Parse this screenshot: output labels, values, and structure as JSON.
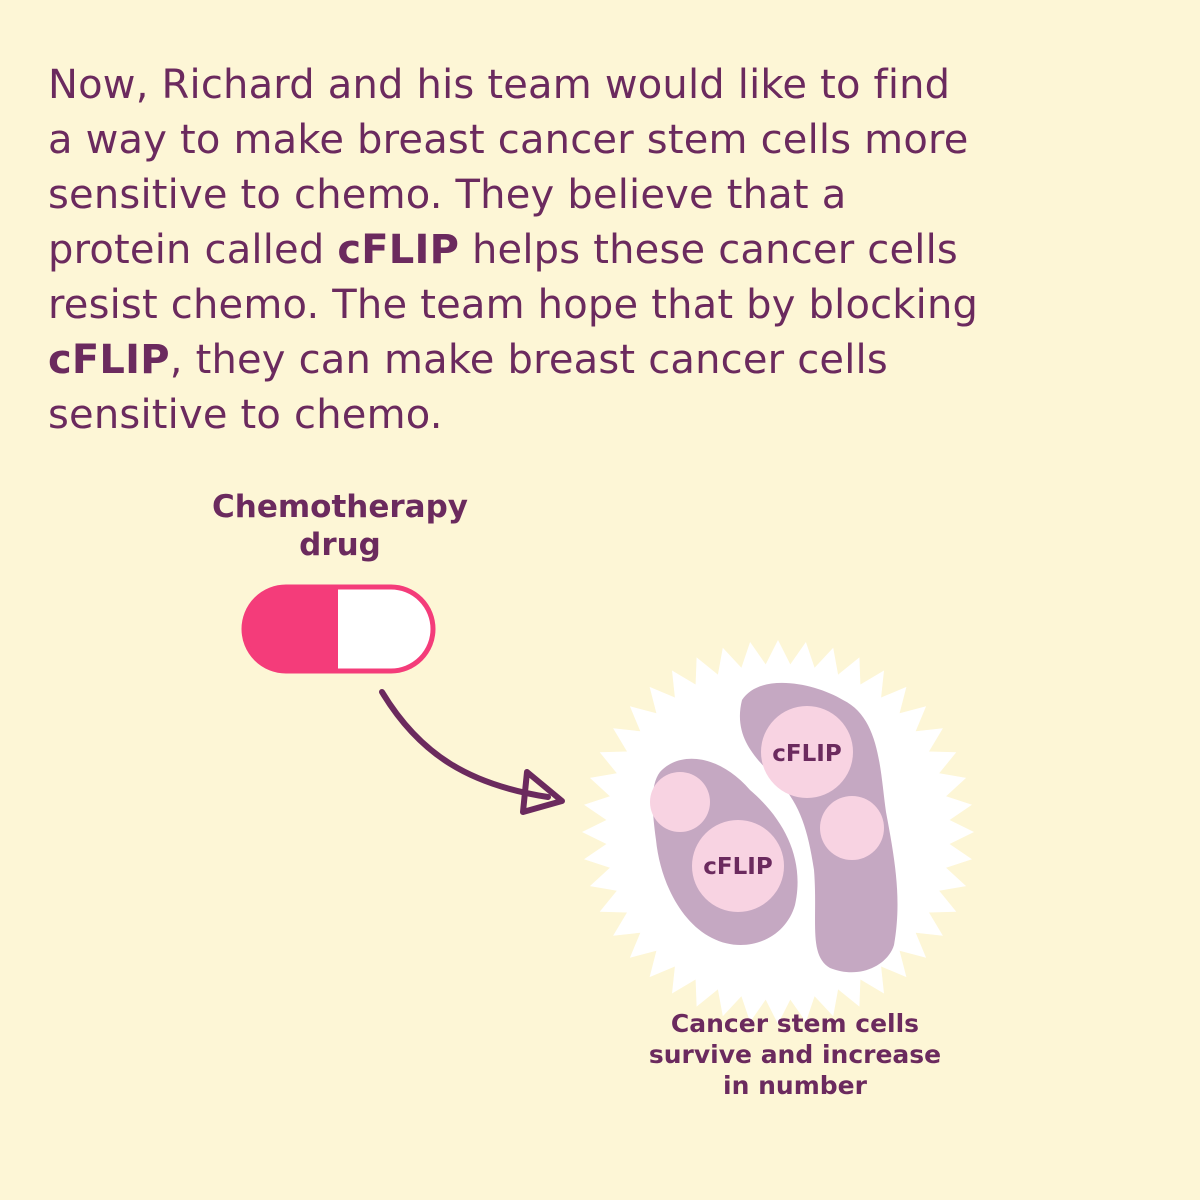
{
  "intro": {
    "lines": [
      [
        {
          "text": "Now, Richard and his team would like to find",
          "bold": false
        }
      ],
      [
        {
          "text": "a way to make breast cancer stem cells more",
          "bold": false
        }
      ],
      [
        {
          "text": "sensitive to chemo. They believe that a",
          "bold": false
        }
      ],
      [
        {
          "text": "protein called ",
          "bold": false
        },
        {
          "text": "cFLIP",
          "bold": true
        },
        {
          "text": " helps these cancer cells",
          "bold": false
        }
      ],
      [
        {
          "text": "resist chemo. The team hope that by blocking",
          "bold": false
        }
      ],
      [
        {
          "text": "cFLIP",
          "bold": true
        },
        {
          "text": ", they can make breast cancer cells",
          "bold": false
        }
      ],
      [
        {
          "text": "sensitive to chemo.",
          "bold": false
        }
      ]
    ]
  },
  "diagram": {
    "drug_label_line1": "Chemotherapy",
    "drug_label_line2": "drug",
    "cell_protein_label_1": "cFLIP",
    "cell_protein_label_2": "cFLIP",
    "cells_label_line1": "Cancer stem cells",
    "cells_label_line2": "survive and increase",
    "cells_label_line3": "in number"
  },
  "colors": {
    "background": "#fdf6d6",
    "text": "#6b2a5e",
    "pill_pink": "#f43c7a",
    "pill_white": "#ffffff",
    "cell_body": "#c5a8c2",
    "nucleus": "#f8d3e2",
    "glow": "#ffffff"
  },
  "icons": {
    "drug": "capsule-icon",
    "arrow": "curved-arrow-icon",
    "cells": "cancer-stem-cells-icon"
  }
}
